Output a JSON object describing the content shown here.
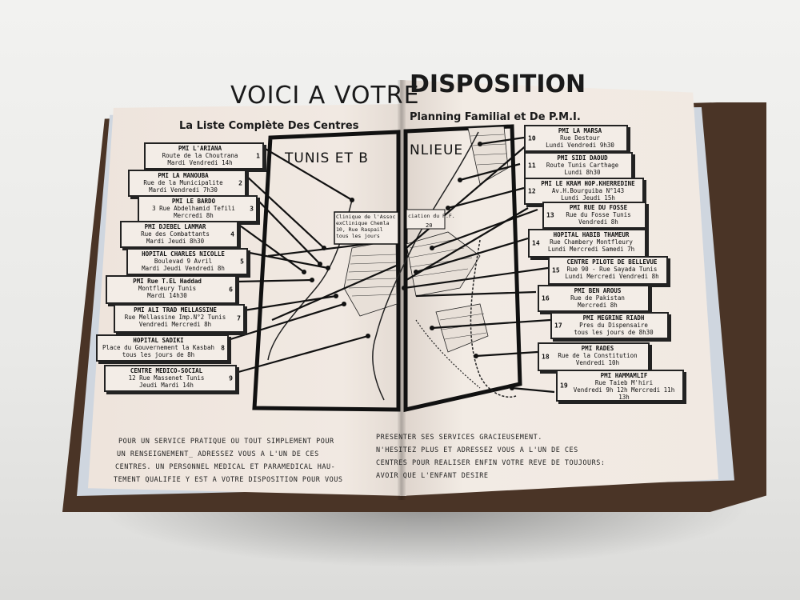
{
  "headline": {
    "left": "VOICI A VOTRE",
    "right": "DISPOSITION"
  },
  "subtitle": {
    "left": "La Liste Complète Des Centres",
    "right": "Planning Familial et De P.M.I."
  },
  "map_labels": {
    "left": "TUNIS ET B",
    "right": "NLIEUE"
  },
  "map_inset": {
    "clinic": [
      "Clinique de l'Assoc",
      "exClinique Chemla",
      "10, Rue Raspail",
      "tous les jours"
    ],
    "pf": "ciation du P.F.",
    "number": "20"
  },
  "left_centers": [
    {
      "num": "1",
      "name": "PMI L'ARIANA",
      "lines": [
        "Route de la Choutrana",
        "Mardi Vendredi 14h"
      ]
    },
    {
      "num": "2",
      "name": "PMI LA MANOUBA",
      "lines": [
        "Rue de la Municipalite",
        "Mardi Vendredi 7h30"
      ]
    },
    {
      "num": "3",
      "name": "PMI LE BARDO",
      "lines": [
        "3 Rue Abdelhamid Tefili",
        "Mercredi 8h"
      ]
    },
    {
      "num": "4",
      "name": "PMI DJEBEL LAMMAR",
      "lines": [
        "Rue des Combattants",
        "Mardi Jeudi 8h30"
      ]
    },
    {
      "num": "5",
      "name": "HOPITAL CHARLES NICOLLE",
      "lines": [
        "Boulevad 9 Avril",
        "Mardi Jeudi Vendredi 8h"
      ]
    },
    {
      "num": "6",
      "name": "PMI Rue T.EL Haddad",
      "lines": [
        "Montfleury Tunis",
        "Mardi 14h30"
      ]
    },
    {
      "num": "7",
      "name": "PMI ALI TRAD MELLASSINE",
      "lines": [
        "Rue Mellassine Imp.N°2 Tunis",
        "Vendredi Mercredi 8h"
      ]
    },
    {
      "num": "8",
      "name": "HOPITAL SADIKI",
      "lines": [
        "Place du Gouvernement la Kasbah",
        "tous les jours de 8h"
      ]
    },
    {
      "num": "9",
      "name": "CENTRE MEDICO-SOCIAL",
      "lines": [
        "12 Rue Massenet Tunis",
        "Jeudi Mardi 14h"
      ]
    }
  ],
  "right_centers": [
    {
      "num": "10",
      "name": "PMI LA MARSA",
      "lines": [
        "Rue Destour",
        "Lundi Vendredi 9h30"
      ]
    },
    {
      "num": "11",
      "name": "PMI SIDI DAOUD",
      "lines": [
        "Route Tunis Carthage",
        "Lundi 8h30"
      ]
    },
    {
      "num": "12",
      "name": "PMI LE KRAM HOP.KHERREDINE",
      "lines": [
        "Av.H.Bourguiba N°143",
        "Lundi Jeudi 15h"
      ]
    },
    {
      "num": "13",
      "name": "PMI RUE DU FOSSE",
      "lines": [
        "Rue du Fosse Tunis",
        "Vendredi 8h"
      ]
    },
    {
      "num": "14",
      "name": "HOPITAL HABIB THAMEUR",
      "lines": [
        "Rue Chambery Montfleury",
        "Lundi Mercredi Samedi 7h"
      ]
    },
    {
      "num": "15",
      "name": "CENTRE PILOTE DE BELLEVUE",
      "lines": [
        "Rue 90 - Rue Sayada Tunis",
        "Lundi Mercredi Vendredi 8h"
      ]
    },
    {
      "num": "16",
      "name": "PMI BEN AROUS",
      "lines": [
        "Rue de Pakistan",
        "Mercredi 8h"
      ]
    },
    {
      "num": "17",
      "name": "PMI MEGRINE RIADH",
      "lines": [
        "Pres du Dispensaire",
        "tous les jours de 8h30"
      ]
    },
    {
      "num": "18",
      "name": "PMI RADES",
      "lines": [
        "Rue de la Constitution",
        "Vendredi 10h"
      ]
    },
    {
      "num": "19",
      "name": "PMI HAMMAMLIF",
      "lines": [
        "Rue Taieb M'hiri",
        "Vendredi 9h 12h Mercredi 11h 13h"
      ]
    }
  ],
  "paragraph_left": [
    "POUR UN SERVICE PRATIQUE OU TOUT SIMPLEMENT POUR",
    "UN RENSEIGNEMENT_ ADRESSEZ VOUS A L'UN DE CES",
    "CENTRES. UN PERSONNEL MEDICAL ET PARAMEDICAL HAU-",
    "TEMENT QUALIFIE Y EST A VOTRE DISPOSITION POUR VOUS"
  ],
  "paragraph_right": [
    "PRESENTER SES SERVICES GRACIEUSEMENT.",
    "N'HESITEZ PLUS ET ADRESSEZ VOUS A L'UN DE CES",
    "CENTRES POUR REALISER ENFIN VOTRE REVE DE TOUJOURS:",
    "AVOIR QUE L'ENFANT DESIRE"
  ]
}
